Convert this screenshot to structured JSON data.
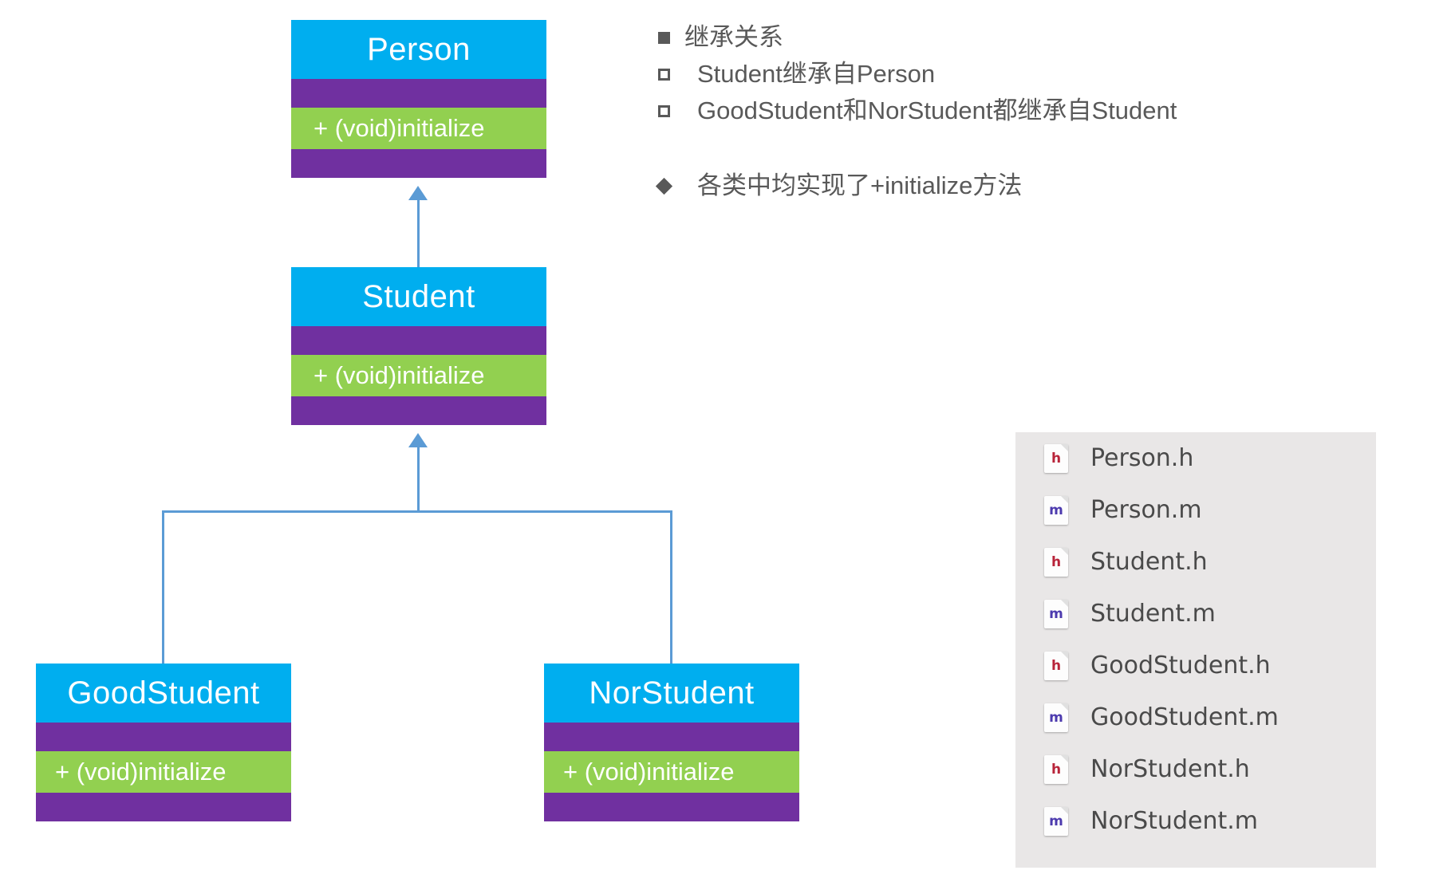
{
  "diagram": {
    "colors": {
      "header": "#00AEEF",
      "bar": "#7030A0",
      "method": "#92D050",
      "connector": "#5B9BD5",
      "text_gray": "#595959",
      "panel_bg": "#E9E7E7"
    },
    "classes": [
      {
        "name": "Person",
        "method": "+ (void)initialize"
      },
      {
        "name": "Student",
        "method": "+ (void)initialize"
      },
      {
        "name": "GoodStudent",
        "method": "+ (void)initialize"
      },
      {
        "name": "NorStudent",
        "method": "+ (void)initialize"
      }
    ],
    "relations": [
      {
        "from": "Student",
        "to": "Person",
        "type": "inheritance"
      },
      {
        "from": "GoodStudent",
        "to": "Student",
        "type": "inheritance"
      },
      {
        "from": "NorStudent",
        "to": "Student",
        "type": "inheritance"
      }
    ]
  },
  "legend": {
    "groups": [
      {
        "items": [
          {
            "marker": "square-filled-icon",
            "text": "继承关系"
          },
          {
            "marker": "square-hollow-icon",
            "text": "Student继承自Person"
          },
          {
            "marker": "square-hollow-icon",
            "text": "GoodStudent和NorStudent都继承自Student"
          }
        ]
      },
      {
        "items": [
          {
            "marker": "diamond-icon",
            "text": "各类中均实现了+initialize方法"
          }
        ]
      }
    ]
  },
  "file_panel": {
    "files": [
      {
        "name": "Person.h",
        "kind": "h",
        "icon": "header-file-icon"
      },
      {
        "name": "Person.m",
        "kind": "m",
        "icon": "implementation-file-icon"
      },
      {
        "name": "Student.h",
        "kind": "h",
        "icon": "header-file-icon"
      },
      {
        "name": "Student.m",
        "kind": "m",
        "icon": "implementation-file-icon"
      },
      {
        "name": "GoodStudent.h",
        "kind": "h",
        "icon": "header-file-icon"
      },
      {
        "name": "GoodStudent.m",
        "kind": "m",
        "icon": "implementation-file-icon"
      },
      {
        "name": "NorStudent.h",
        "kind": "h",
        "icon": "header-file-icon"
      },
      {
        "name": "NorStudent.m",
        "kind": "m",
        "icon": "implementation-file-icon"
      }
    ]
  }
}
